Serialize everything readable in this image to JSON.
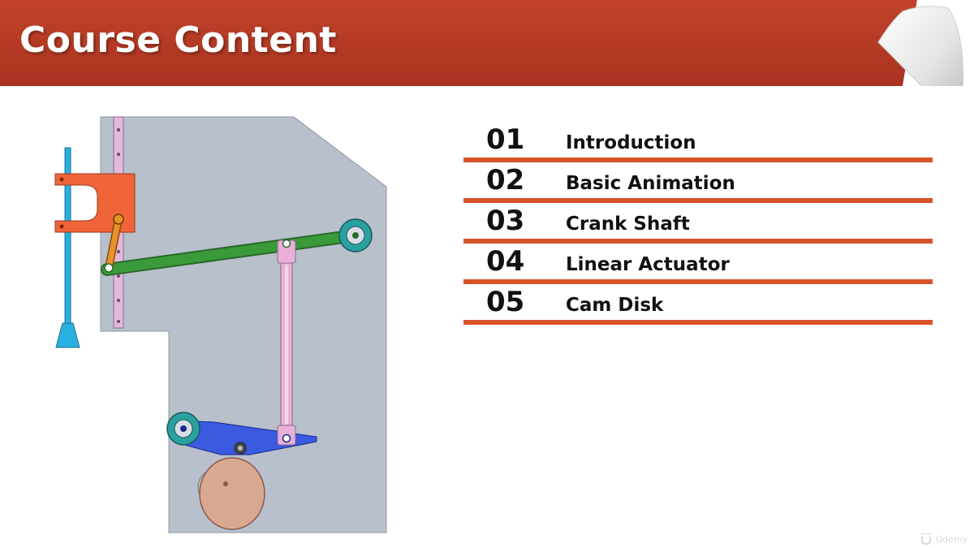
{
  "slide": {
    "title": "Course Content"
  },
  "colors": {
    "banner": "#b83a22",
    "divider": "#d8532a",
    "plate": "#b8c0cc",
    "rod_green": "#3a9a3a",
    "bracket_orange": "#f0643a",
    "link_pink": "#e8b0d8",
    "arm_blue": "#3a5ae0",
    "roller_teal": "#2aa0a0",
    "cam_tan": "#d8a890",
    "pole_cyan": "#2ab0e0"
  },
  "toc": {
    "items": [
      {
        "number": "01",
        "label": "Introduction"
      },
      {
        "number": "02",
        "label": "Basic Animation"
      },
      {
        "number": "03",
        "label": "Crank Shaft"
      },
      {
        "number": "04",
        "label": "Linear Actuator"
      },
      {
        "number": "05",
        "label": "Cam Disk"
      }
    ]
  },
  "brand": {
    "icon": "udemy-logo-icon",
    "label": "Udemy"
  }
}
